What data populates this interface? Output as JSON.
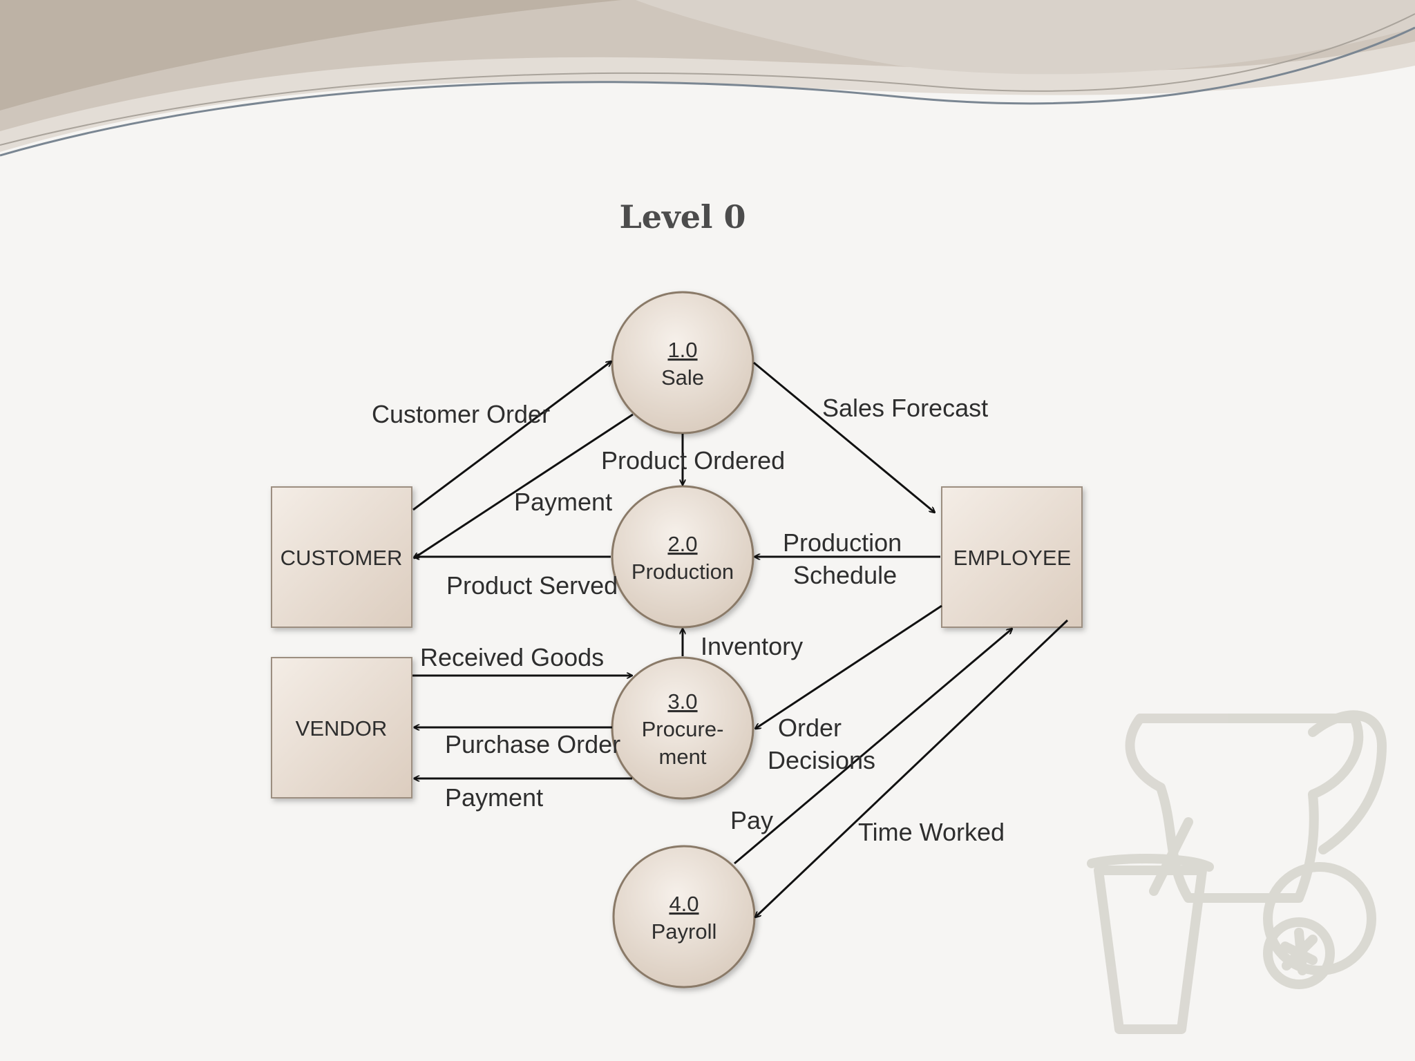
{
  "slide": {
    "title": "Level 0"
  },
  "processes": {
    "sale": {
      "number": "1.0",
      "lines": [
        "Sale"
      ]
    },
    "production": {
      "number": "2.0",
      "lines": [
        "Production"
      ]
    },
    "procurement": {
      "number": "3.0",
      "lines": [
        "Procure-",
        "ment"
      ]
    },
    "payroll": {
      "number": "4.0",
      "lines": [
        "Payroll"
      ]
    }
  },
  "entities": {
    "customer": "CUSTOMER",
    "vendor": "VENDOR",
    "employee": "EMPLOYEE"
  },
  "flows": {
    "customer_order": "Customer Order",
    "payment_to_customer": "Payment",
    "sales_forecast": "Sales Forecast",
    "product_ordered": "Product Ordered",
    "product_served": "Product Served",
    "production_schedule": [
      "Production",
      "Schedule"
    ],
    "inventory": "Inventory",
    "received_goods": "Received Goods",
    "purchase_order": "Purchase Order",
    "payment_to_vendor": "Payment",
    "order_decisions": [
      "Order",
      "Decisions"
    ],
    "pay": "Pay",
    "time_worked": "Time Worked"
  },
  "colors": {
    "node_fill": "#e8ddd3",
    "node_stroke": "#8a7a68",
    "arrow": "#111111",
    "title": "#4c4c4c"
  }
}
